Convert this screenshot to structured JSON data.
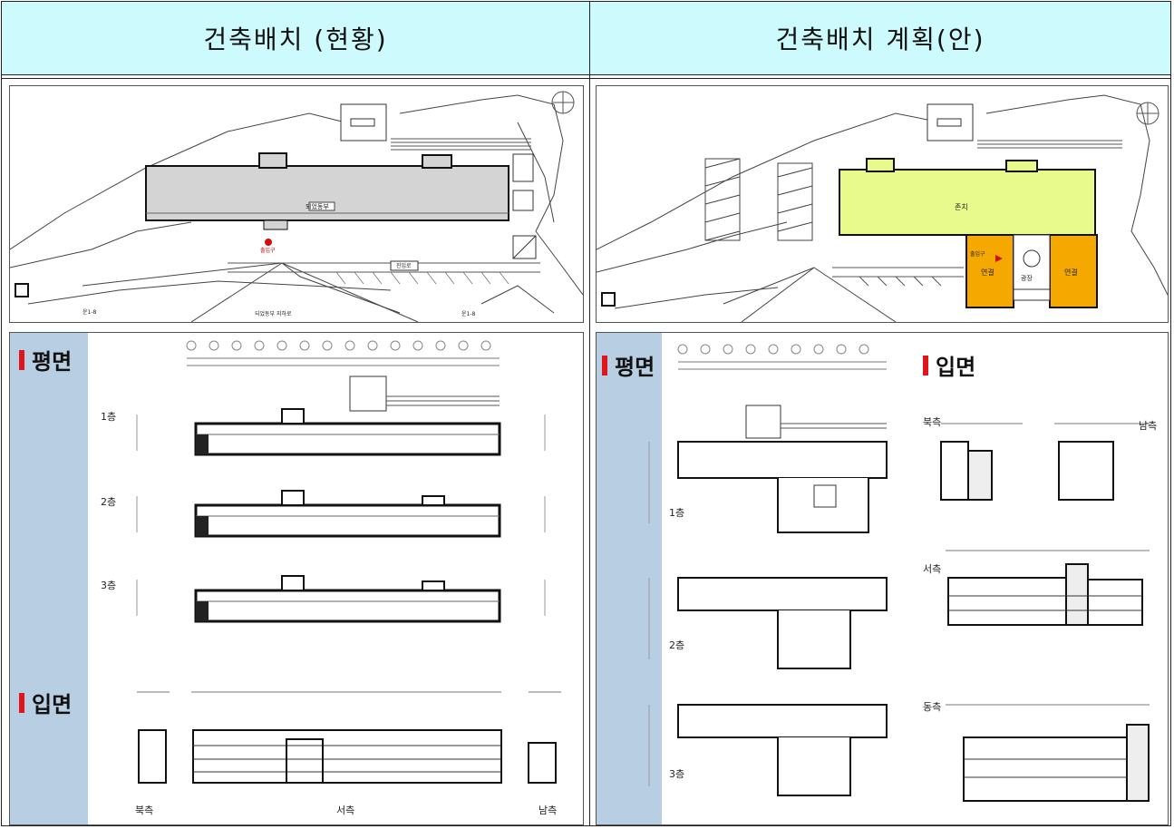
{
  "header": {
    "left_title": "건축배치 (현황)",
    "right_title": "건축배치 계획(안)"
  },
  "site_current": {
    "building_label": "되었동부",
    "entrance_label": "출입구",
    "path_label": "진입로",
    "bottom_labels": [
      "운1-8",
      "되었동부 지하로",
      "운1-8"
    ]
  },
  "site_plan": {
    "main_label": "존치",
    "annex_left": "연결",
    "annex_right": "연결",
    "center_label": "광장",
    "entrance_label": "출입구"
  },
  "current_drawings": {
    "plan_title": "평면",
    "elevation_title": "입면",
    "floors": [
      "1층",
      "2층",
      "3층"
    ],
    "elevation_labels": [
      "북측",
      "서측",
      "남측"
    ]
  },
  "planned_drawings": {
    "plan_title": "평면",
    "elevation_title": "입면",
    "floors": [
      "1층",
      "2층",
      "3층"
    ],
    "elevation_labels": [
      "북측",
      "남측",
      "서측",
      "동측"
    ]
  },
  "colors": {
    "header_bg": "#cdfafd",
    "sidebar_bg": "#b8cfe3",
    "marker_red": "#e0141b",
    "existing_building": "#d4d4d4",
    "kept_building": "#e8fa8c",
    "new_building": "#f5a800"
  }
}
